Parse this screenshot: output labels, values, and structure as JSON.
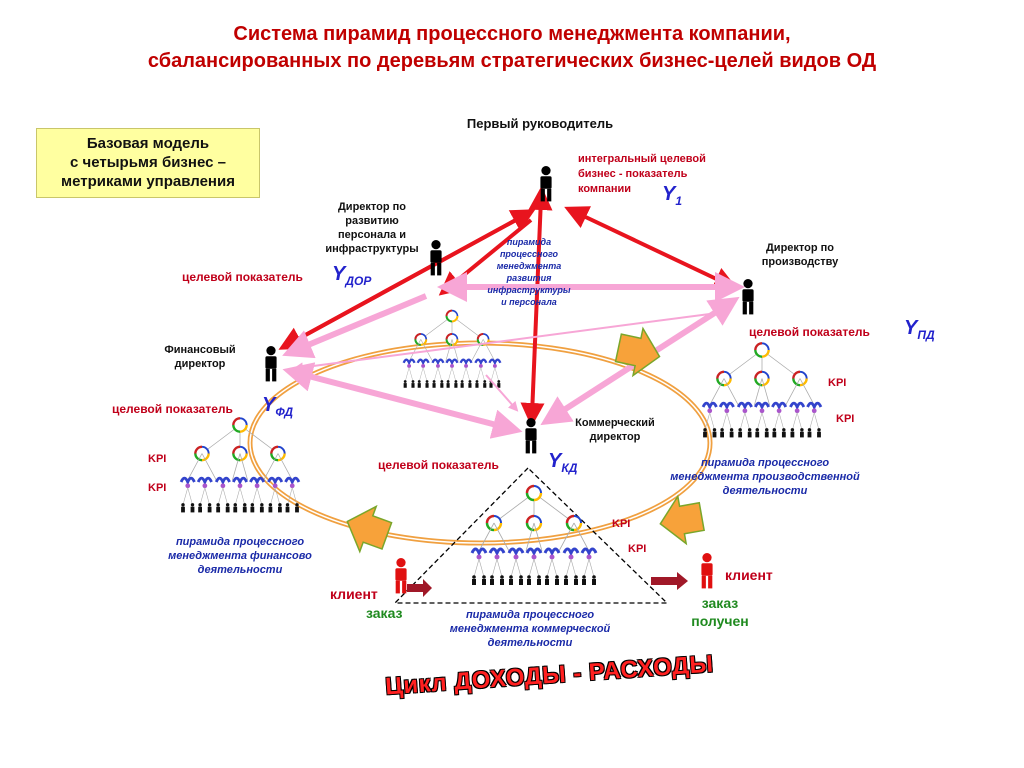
{
  "title_line1": "Система пирамид процессного менеджмента компании,",
  "title_line2": "сбалансированных по деревьям стратегических бизнес-целей видов ОД",
  "model_box": [
    "Базовая модель",
    "с четырьмя бизнес –",
    "метриками управления"
  ],
  "top_manager": {
    "role": "Первый руководитель",
    "metric_lines": [
      "интегральный целевой",
      "бизнес - показатель",
      "компании"
    ],
    "y_symbol": "Y",
    "y_sub": "1"
  },
  "hr_director": {
    "role_lines": [
      "Директор по",
      "развитию",
      "персонала и",
      "инфраструктуры"
    ],
    "metric_label": "целевой показатель",
    "y_symbol": "Y",
    "y_sub": "ДОР",
    "pyramid_caption": [
      "пирамида",
      "процессного",
      "менеджмента",
      "развития",
      "инфраструктуры",
      "и персонала"
    ]
  },
  "production_director": {
    "role_lines": [
      "Директор по",
      "производству"
    ],
    "metric_label": "целевой показатель",
    "y_symbol": "Y",
    "y_sub": "ПД",
    "kpi_labels": [
      "KPI",
      "KPI"
    ],
    "pyramid_caption": [
      "пирамида процессного",
      "менеджмента производственной",
      "деятельности"
    ]
  },
  "finance_director": {
    "role_lines": [
      "Финансовый",
      "директор"
    ],
    "metric_label": "целевой показатель",
    "y_symbol": "Y",
    "y_sub": "ФД",
    "kpi_labels": [
      "KPI",
      "KPI"
    ],
    "pyramid_caption": [
      "пирамида процессного",
      "менеджмента финансово",
      "деятельности"
    ]
  },
  "commercial_director": {
    "role_lines": [
      "Коммерческий",
      "директор"
    ],
    "metric_label": "целевой показатель",
    "y_symbol": "Y",
    "y_sub": "КД",
    "kpi_labels": [
      "KPI",
      "KPI"
    ],
    "pyramid_caption": [
      "пирамида процессного",
      "менеджмента коммерческой",
      "деятельности"
    ]
  },
  "client_left": "клиент",
  "order_left": "заказ",
  "client_right": "клиент",
  "order_right": [
    "заказ",
    "получен"
  ],
  "cycle_label": "Цикл ДОХОДЫ - РАСХОДЫ",
  "colors": {
    "title": "#c00000",
    "red_arrow": "#e8141e",
    "pink_arrow": "#f7a6d6",
    "orange_arrow": "#f7a23a",
    "green_arrow": "#7aa62a",
    "cycle_ring": "#f0a040",
    "model_box_bg": "#ffffa0",
    "y_symbol": "#2222cc",
    "caption": "#1a2aa8"
  },
  "icons": [
    "person-icon",
    "pyramid-tree-icon",
    "double-arrow",
    "cycle-arrow"
  ]
}
